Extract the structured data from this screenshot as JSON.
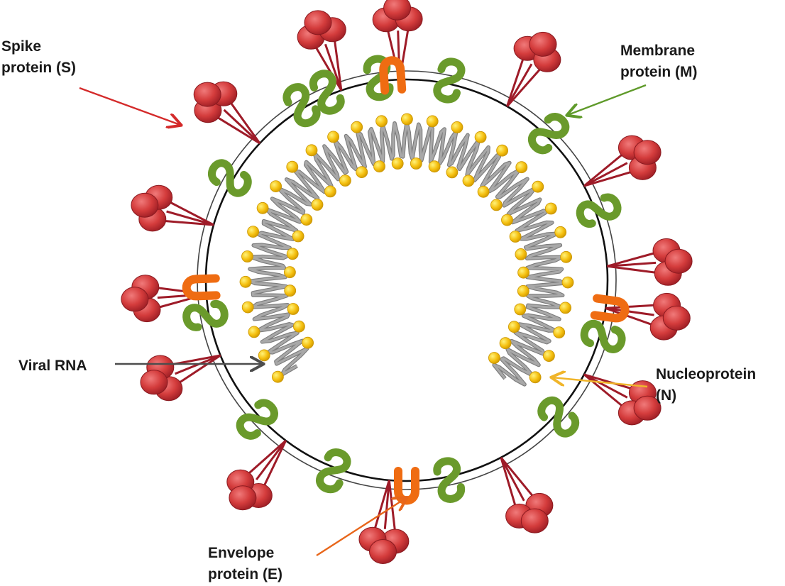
{
  "labels": {
    "spike": [
      "Spike",
      "protein (S)"
    ],
    "membrane": [
      "Membrane",
      "protein (M)"
    ],
    "viral_rna": [
      "Viral RNA"
    ],
    "nucleoprotein": [
      "Nucleoprotein",
      "(N)"
    ],
    "envelope": [
      "Envelope",
      "protein (E)"
    ]
  },
  "colors": {
    "spike": "#d43c3c",
    "spike_dark": "#a61f28",
    "spike_stalk": "#9e1b28",
    "membrane": "#6a9a2b",
    "envelope": "#ef6c12",
    "rna_coil": "#a8a8a8",
    "nucleoprotein": "#f5c010",
    "membrane_line": "#222222",
    "arrow_spike": "#d42a2a",
    "arrow_membrane": "#5f9a2a",
    "arrow_rna": "#4d4d4d",
    "arrow_nucleo": "#f0b52a",
    "arrow_envelope": "#e8661a"
  },
  "components": {
    "spike_count": 14,
    "membrane_count": 13,
    "envelope_count": 4
  }
}
